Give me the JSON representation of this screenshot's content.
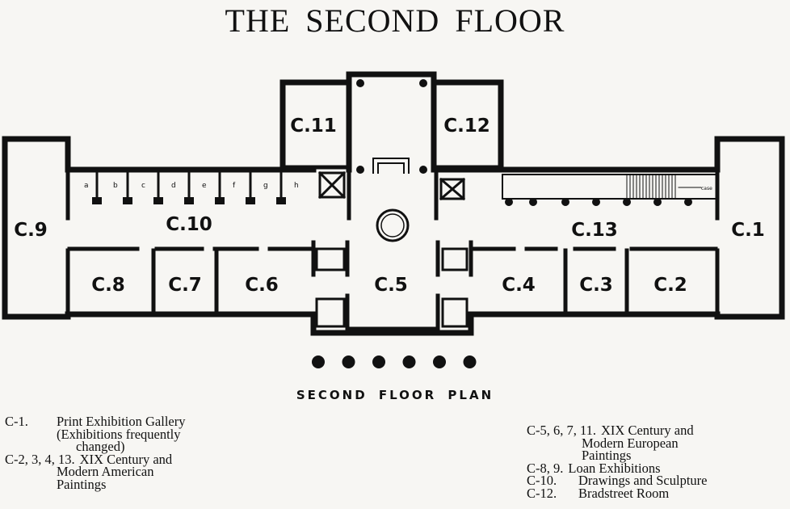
{
  "title": "THE SECOND FLOOR",
  "plan_caption": "SECOND FLOOR PLAN",
  "rooms": {
    "c1": "C.1",
    "c2": "C.2",
    "c3": "C.3",
    "c4": "C.4",
    "c5": "C.5",
    "c6": "C.6",
    "c7": "C.7",
    "c8": "C.8",
    "c9": "C.9",
    "c10": "C.10",
    "c11": "C.11",
    "c12": "C.12",
    "c13": "C.13"
  },
  "alcoves": [
    "a",
    "b",
    "c",
    "d",
    "e",
    "f",
    "g",
    "h"
  ],
  "small_note": "case",
  "column_count": 6,
  "legend_left": [
    {
      "code": "C-1.",
      "lines": [
        "Print Exhibition Gallery",
        "(Exhibitions frequently",
        "changed)"
      ]
    },
    {
      "code": "C-2, 3, 4, 13.",
      "lines": [
        "XIX Century and",
        "Modern American",
        "Paintings"
      ]
    }
  ],
  "legend_right": [
    {
      "code": "C-5, 6, 7, 11.",
      "lines": [
        "XIX Century and",
        "Modern European",
        "Paintings"
      ]
    },
    {
      "code": "C-8, 9.",
      "lines": [
        "Loan Exhibitions"
      ]
    },
    {
      "code": "C-10.",
      "lines": [
        "Drawings and Sculpture"
      ]
    },
    {
      "code": "C-12.",
      "lines": [
        "Bradstreet Room"
      ]
    }
  ]
}
